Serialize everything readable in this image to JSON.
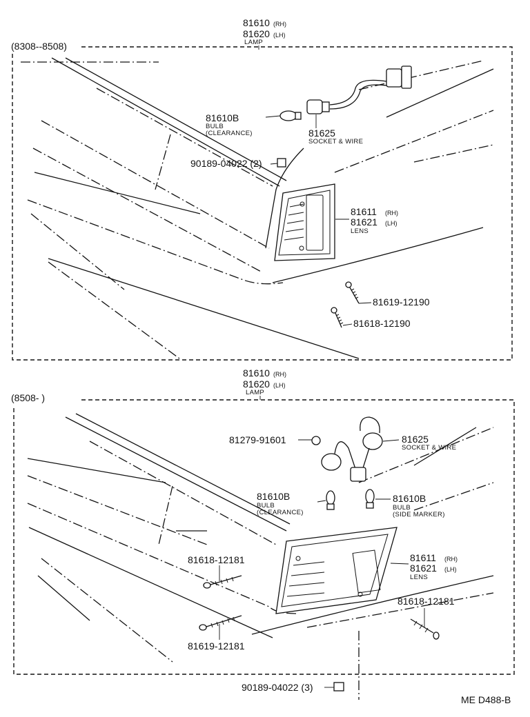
{
  "sections": [
    {
      "date_range": "(8308--8508)",
      "assembly": {
        "part_rh": "81610",
        "suffix_rh": "(RH)",
        "part_lh": "81620",
        "suffix_lh": "(LH)",
        "caption": "LAMP"
      },
      "bulb": {
        "part": "81610B",
        "line1": "BULB",
        "line2": "(CLEARANCE)"
      },
      "socket": {
        "part": "81625",
        "caption": "SOCKET & WIRE"
      },
      "nut": {
        "label": "90189-04022 (2)"
      },
      "lens": {
        "part_rh": "81611",
        "suffix_rh": "(RH)",
        "part_lh": "81621",
        "suffix_lh": "(LH)",
        "caption": "LENS"
      },
      "screw_a": {
        "label": "81619-12190"
      },
      "screw_b": {
        "label": "81618-12190"
      }
    },
    {
      "date_range": "(8508-        )",
      "assembly": {
        "part_rh": "81610",
        "suffix_rh": "(RH)",
        "part_lh": "81620",
        "suffix_lh": "(LH)",
        "caption": "LAMP"
      },
      "grommet": {
        "label": "81279-91601"
      },
      "socket": {
        "part": "81625",
        "caption": "SOCKET & WIRE"
      },
      "bulb_clearance": {
        "part": "81610B",
        "line1": "BULB",
        "line2": "(CLEARANCE)"
      },
      "bulb_marker": {
        "part": "81610B",
        "line1": "BULB",
        "line2": "(SIDE MARKER)"
      },
      "screw_left_top": {
        "label": "81618-12181"
      },
      "lens": {
        "part_rh": "81611",
        "suffix_rh": "(RH)",
        "part_lh": "81621",
        "suffix_lh": "(LH)",
        "caption": "LENS"
      },
      "screw_right": {
        "label": "81618-12181"
      },
      "screw_left_bottom": {
        "label": "81619-12181"
      },
      "nut": {
        "label": "90189-04022 (3)"
      }
    }
  ],
  "reference": "ME  D488-B"
}
